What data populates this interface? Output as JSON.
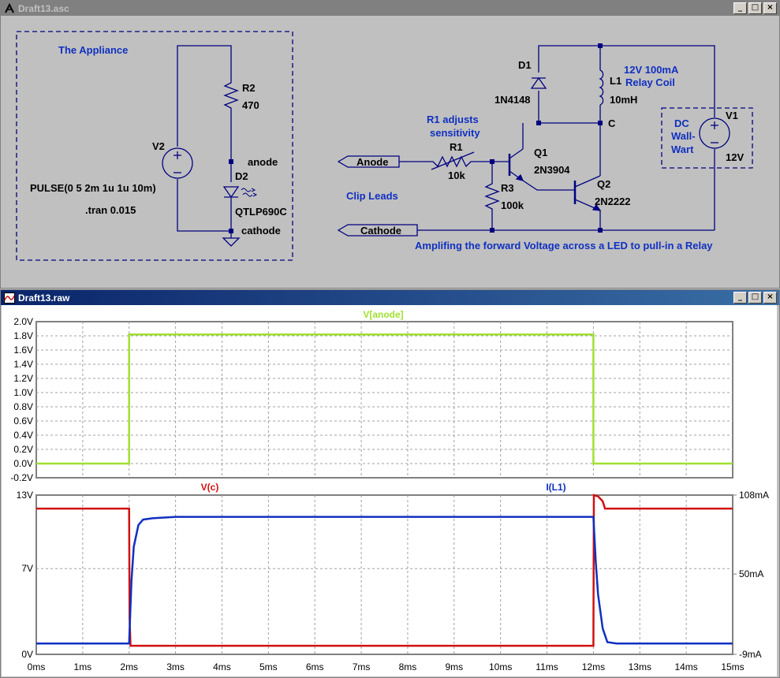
{
  "schematic_window": {
    "title": "Draft13.asc",
    "labels": {
      "appliance": "The Appliance",
      "r2_name": "R2",
      "r2_value": "470",
      "v2_name": "V2",
      "anode_net": "anode",
      "d2_name": "D2",
      "d2_value": "QTLP690C",
      "pulse": "PULSE(0 5 2m 1u 1u 10m)",
      "tran": ".tran 0.015",
      "cathode_net": "cathode",
      "d1_name": "D1",
      "d1_value": "1N4148",
      "l1_name": "L1",
      "l1_value": "10mH",
      "relay_line1": "12V 100mA",
      "relay_line2": "Relay Coil",
      "r1_note_line1": "R1 adjusts",
      "r1_note_line2": "sensitivity",
      "r1_name": "R1",
      "r1_value": "10k",
      "q1_name": "Q1",
      "q1_value": "2N3904",
      "r3_name": "R3",
      "r3_value": "100k",
      "q2_name": "Q2",
      "q2_value": "2N2222",
      "c_net": "C",
      "dc_line1": "DC",
      "dc_line2": "Wall-",
      "dc_line3": "Wart",
      "v1_name": "V1",
      "v1_value": "12V",
      "anode_port": "Anode",
      "cathode_port": "Cathode",
      "clip_leads": "Clip Leads",
      "caption": "Amplifing the forward Voltage across a LED to pull-in a Relay"
    }
  },
  "plot_window": {
    "title": "Draft13.raw",
    "top_trace_label": "V[anode]",
    "bottom_left_trace_label": "V(c)",
    "bottom_right_trace_label": "I(L1)",
    "top_y_ticks": [
      "2.0V",
      "1.8V",
      "1.6V",
      "1.4V",
      "1.2V",
      "1.0V",
      "0.8V",
      "0.6V",
      "0.4V",
      "0.2V",
      "0.0V",
      "-0.2V"
    ],
    "bottom_left_ticks": [
      "13V",
      "7V",
      "0V"
    ],
    "bottom_right_ticks": [
      "108mA",
      "50mA",
      "-9mA"
    ],
    "x_ticks": [
      "0ms",
      "1ms",
      "2ms",
      "3ms",
      "4ms",
      "5ms",
      "6ms",
      "7ms",
      "8ms",
      "9ms",
      "10ms",
      "11ms",
      "12ms",
      "13ms",
      "14ms",
      "15ms"
    ],
    "colors": {
      "v_anode": "#a0e030",
      "v_c": "#d01010",
      "i_l1": "#1030c0",
      "grid": "#a0a0a0"
    }
  },
  "window_buttons": {
    "minimize": "_",
    "maximize": "□",
    "close": "×"
  },
  "chart_data": [
    {
      "type": "line",
      "title": "V[anode]",
      "xlim": [
        0,
        15
      ],
      "ylim": [
        -0.2,
        2.0
      ],
      "x_unit": "ms",
      "grid": true,
      "series": [
        {
          "name": "V[anode]",
          "x": [
            0,
            2,
            2,
            12,
            12,
            15
          ],
          "y": [
            0.0,
            0.0,
            1.82,
            1.82,
            0.0,
            0.0
          ]
        }
      ]
    },
    {
      "type": "line",
      "xlim": [
        0,
        15
      ],
      "ylim_left": [
        0,
        13
      ],
      "ylim_right": [
        -9,
        108
      ],
      "x_unit": "ms",
      "grid": true,
      "series": [
        {
          "name": "V(c)",
          "axis": "left",
          "x": [
            0,
            2.0,
            2.01,
            2.03,
            12.0,
            12.01,
            12.1,
            12.2,
            12.25,
            15
          ],
          "y": [
            11.9,
            11.9,
            3.0,
            0.7,
            0.7,
            13.0,
            12.9,
            12.5,
            11.9,
            11.9
          ]
        },
        {
          "name": "I(L1)",
          "axis": "right",
          "x": [
            0,
            2.0,
            2.05,
            2.1,
            2.2,
            2.3,
            2.5,
            3.0,
            12.0,
            12.05,
            12.1,
            12.2,
            12.3,
            12.5,
            15
          ],
          "y": [
            -1,
            -1,
            45,
            70,
            86,
            90,
            91,
            92,
            92,
            60,
            35,
            10,
            0,
            -1,
            -1
          ]
        }
      ]
    }
  ]
}
